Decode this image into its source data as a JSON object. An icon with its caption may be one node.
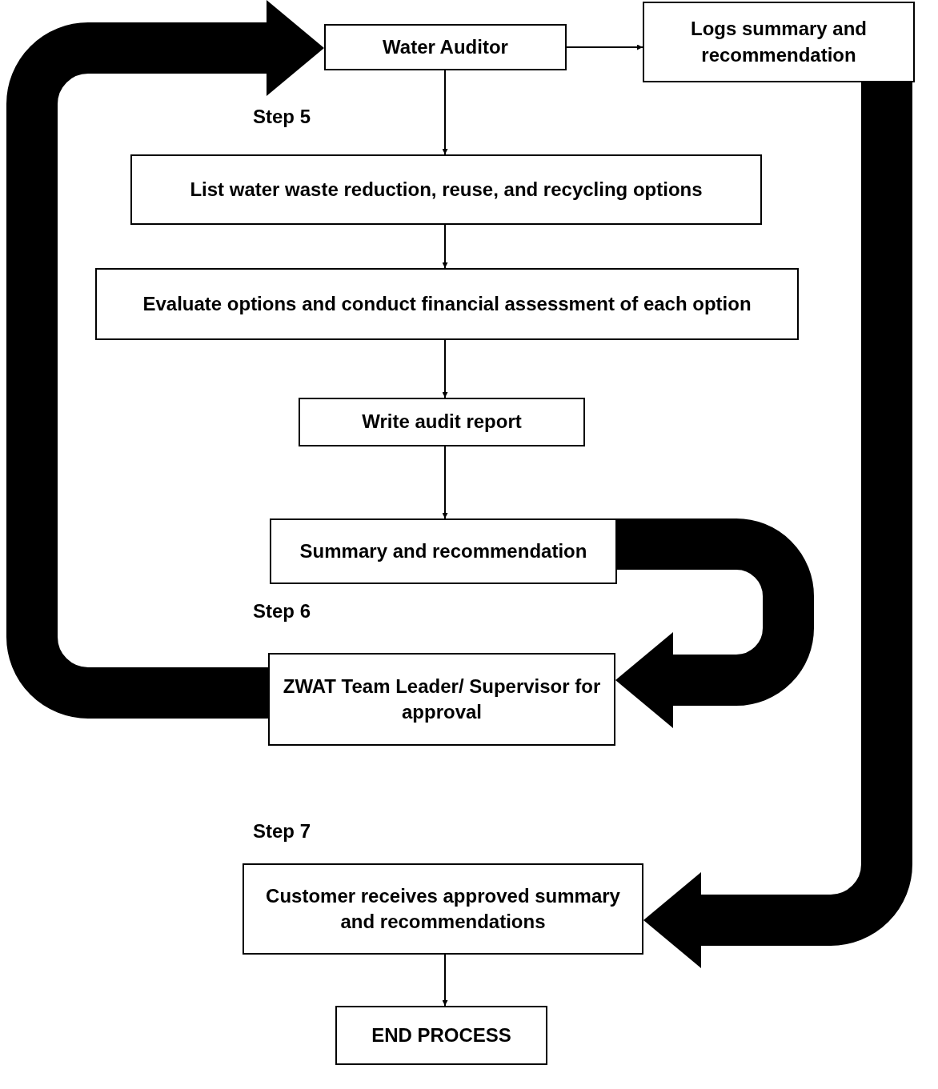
{
  "diagram": {
    "nodes": [
      {
        "text": [
          "Water Auditor"
        ]
      },
      {
        "text": [
          "Logs summary and recommendation"
        ]
      },
      {
        "text": [
          "List water waste reduction, reuse, and recycling options"
        ]
      },
      {
        "text": [
          "Evaluate options and conduct financial assessment of each option"
        ]
      },
      {
        "text": [
          "Write audit report"
        ]
      },
      {
        "text": [
          "Summary and recommendation"
        ]
      },
      {
        "text": [
          "ZWAT Team Leader/ Supervisor for approval"
        ]
      },
      {
        "text": [
          "Customer receives approved summary and recommendations"
        ]
      },
      {
        "text": [
          "END PROCESS"
        ]
      }
    ],
    "edges": [
      {
        "from": 0,
        "to": 1,
        "arrow": "to"
      },
      {
        "from": 0,
        "to": 2,
        "arrow": "to"
      },
      {
        "from": 2,
        "to": 3,
        "arrow": "to"
      },
      {
        "from": 3,
        "to": 4,
        "arrow": "to"
      },
      {
        "from": 4,
        "to": 5,
        "arrow": "to"
      },
      {
        "from": 7,
        "to": 8,
        "arrow": "to"
      },
      {
        "from": 6,
        "to": 0,
        "arrow": "to",
        "style": "thick"
      },
      {
        "from": 5,
        "to": 6,
        "arrow": "to",
        "style": "thick"
      },
      {
        "from": 1,
        "to": 7,
        "arrow": "to",
        "style": "thick"
      }
    ],
    "labels": [
      "Step 5",
      "Step 6",
      "Step 7"
    ]
  }
}
